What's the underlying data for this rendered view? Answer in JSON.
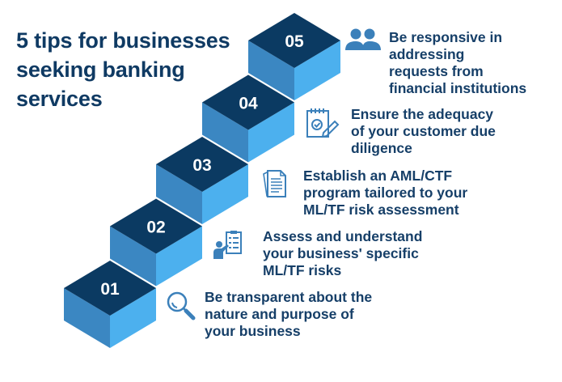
{
  "title": {
    "lines": [
      "5 tips for businesses",
      "seeking banking",
      "services"
    ]
  },
  "colors": {
    "top": "#0b3a62",
    "left": "#3b87c2",
    "right": "#4cb0ee",
    "text": "#133d66",
    "icon": "#3b80ba"
  },
  "steps": [
    {
      "number": "01",
      "icon": "magnifier-icon",
      "lines": [
        "Be transparent about the",
        "nature and purpose of",
        "your business"
      ]
    },
    {
      "number": "02",
      "icon": "presenter-checklist-icon",
      "lines": [
        "Assess and understand",
        "your business' specific",
        "ML/TF risks"
      ]
    },
    {
      "number": "03",
      "icon": "documents-icon",
      "lines": [
        "Establish an AML/CTF",
        "program tailored to your",
        "ML/TF risk assessment"
      ]
    },
    {
      "number": "04",
      "icon": "checklist-pen-icon",
      "lines": [
        "Ensure the adequacy",
        "of your customer due",
        "diligence"
      ]
    },
    {
      "number": "05",
      "icon": "people-icon",
      "lines": [
        "Be responsive in",
        "addressing",
        "requests from",
        "financial institutions"
      ]
    }
  ]
}
